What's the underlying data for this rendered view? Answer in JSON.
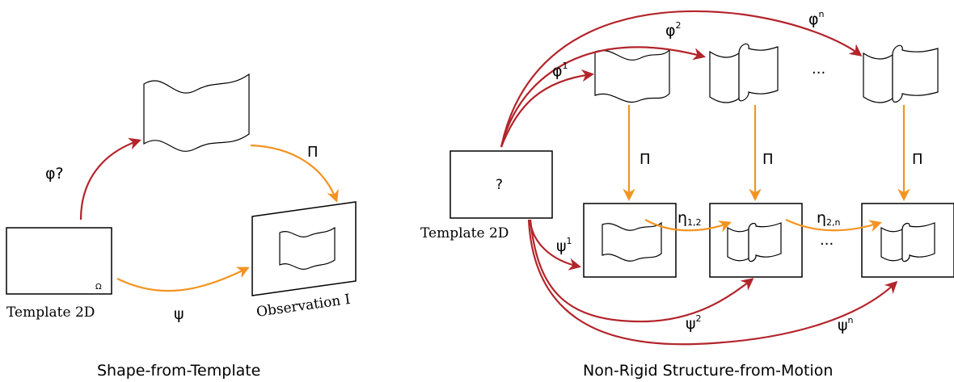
{
  "colors": {
    "red_arrow": "#b3242b",
    "orange_arrow": "#f39421",
    "line": "#000000"
  },
  "left": {
    "caption": "Shape-from-Template",
    "template_label": "Template 2D",
    "omega": "Ω",
    "phi_label": "φ?",
    "pi_label": "Π",
    "psi_label": "ψ",
    "observation_label": "Observation I"
  },
  "right": {
    "caption": "Non-Rigid Structure-from-Motion",
    "template_label": "Template 2D",
    "unknown": "?",
    "phi": "φ",
    "phi1_sup": "1",
    "phi2_sup": "2",
    "phin_sup": "n",
    "psi": "ψ",
    "psi1_sup": "1",
    "psi2_sup": "2",
    "psin_sup": "n",
    "eta": "η",
    "eta12_sub": "1,2",
    "eta2n_sub": "2,n",
    "pi_label": "Π",
    "ellipsis": "···"
  }
}
